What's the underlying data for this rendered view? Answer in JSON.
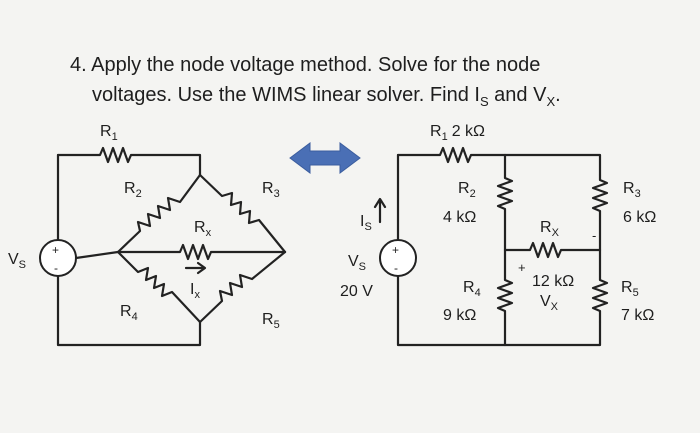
{
  "problem": {
    "line1": "4. Apply the node voltage method.  Solve for the node",
    "line2": "voltages. Use the WIMS linear solver.  Find I",
    "line2_sub": "S",
    "line2_mid": " and V",
    "line2_sub2": "X",
    "line2_end": "."
  },
  "left_circuit": {
    "r1": {
      "main": "R",
      "sub": "1"
    },
    "r2": {
      "main": "R",
      "sub": "2"
    },
    "r3": {
      "main": "R",
      "sub": "3"
    },
    "r4": {
      "main": "R",
      "sub": "4"
    },
    "r5": {
      "main": "R",
      "sub": "5"
    },
    "rx": {
      "main": "R",
      "sub": "x"
    },
    "ix": {
      "main": "I",
      "sub": "x"
    },
    "vs": {
      "main": "V",
      "sub": "S"
    },
    "plus": "+",
    "minus": "-"
  },
  "right_circuit": {
    "r1": {
      "main": "R",
      "sub": "1",
      "value": "2 kΩ"
    },
    "r2": {
      "main": "R",
      "sub": "2",
      "value": "4 kΩ"
    },
    "r3": {
      "main": "R",
      "sub": "3",
      "value": "6 kΩ"
    },
    "r4": {
      "main": "R",
      "sub": "4",
      "value": "9 kΩ"
    },
    "r5": {
      "main": "R",
      "sub": "5",
      "value": "7 kΩ"
    },
    "rx": {
      "main": "R",
      "sub": "X",
      "value": "12 kΩ"
    },
    "vx": {
      "main": "V",
      "sub": "X",
      "plus": "+",
      "minus": "-"
    },
    "is": {
      "main": "I",
      "sub": "S"
    },
    "vs": {
      "main": "V",
      "sub": "S",
      "value": "20 V"
    },
    "plus": "+",
    "minus": "-"
  },
  "colors": {
    "arrow": "#4a6fb5",
    "wire": "#222222"
  }
}
